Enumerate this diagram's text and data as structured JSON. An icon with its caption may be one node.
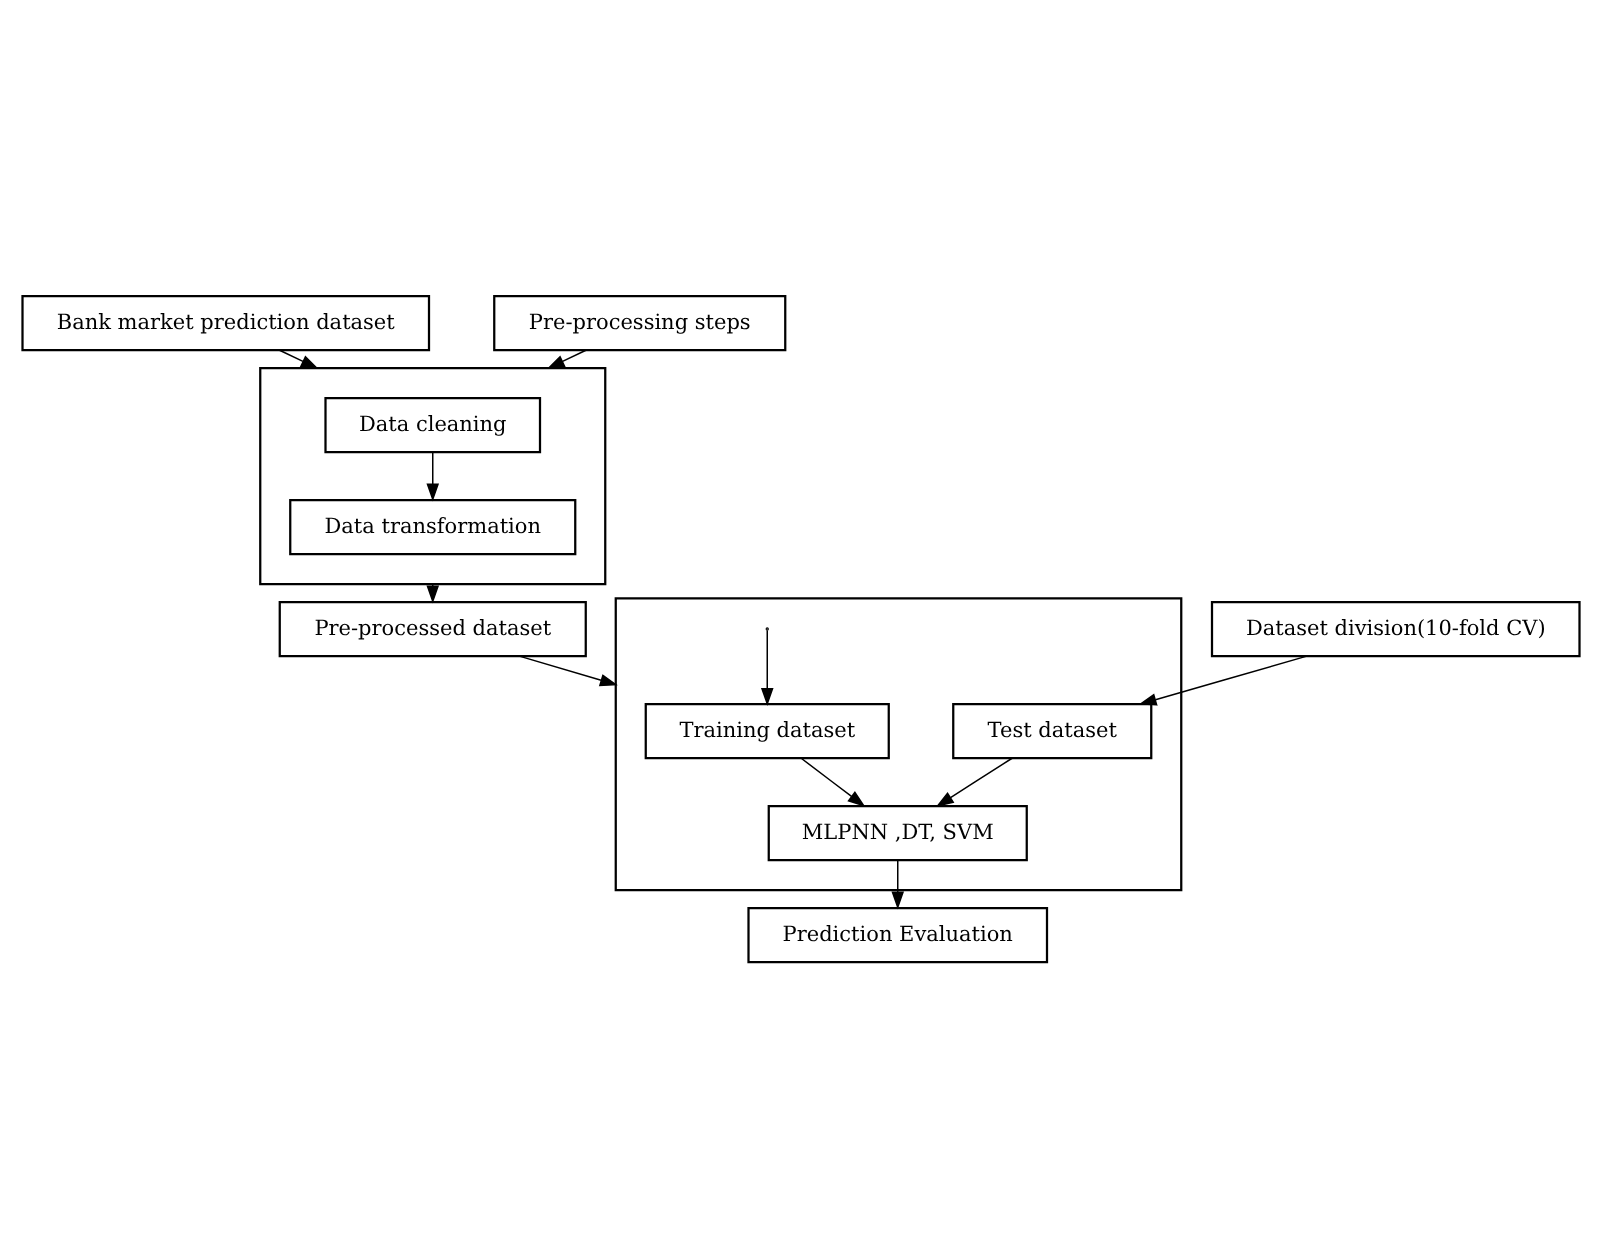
{
  "diagram": {
    "nodes": [
      {
        "text": [
          "Bank market prediction dataset"
        ]
      },
      {
        "text": [],
        "shape": "box"
      },
      {
        "text": [
          "Data cleaning"
        ],
        "in": 1
      },
      {
        "text": [
          "Data transformation"
        ],
        "in": 1
      },
      {
        "text": [
          "Pre-processing steps"
        ]
      },
      {
        "text": [
          "Pre-processed dataset"
        ]
      },
      {
        "text": [
          "Dataset division(10-fold CV)"
        ]
      },
      {
        "text": [],
        "shape": "box"
      },
      {
        "text": [
          "Training dataset"
        ],
        "in": 7
      },
      {
        "text": [
          "Test dataset"
        ],
        "in": 7
      },
      {
        "text": [
          "MLPNN ,DT, SVM"
        ],
        "in": 7
      },
      {
        "text": [
          "Prediction Evaluation"
        ]
      }
    ],
    "edges": [
      {
        "from": 0,
        "to": 1,
        "arrow": "to"
      },
      {
        "from": 2,
        "to": 3,
        "arrow": "to"
      },
      {
        "from": 1,
        "to": 5,
        "arrow": "to"
      },
      {
        "from": 4,
        "to": 1,
        "arrow": "to"
      },
      {
        "from": 5,
        "to": 7,
        "arrow": "to"
      },
      {
        "from": null,
        "to": 8,
        "arrow": "to"
      },
      {
        "from": 6,
        "to": 9,
        "arrow": "to"
      },
      {
        "from": 8,
        "to": 10,
        "arrow": "to"
      },
      {
        "from": 9,
        "to": 10,
        "arrow": "to"
      },
      {
        "from": 10,
        "to": 11,
        "arrow": "to"
      }
    ]
  }
}
